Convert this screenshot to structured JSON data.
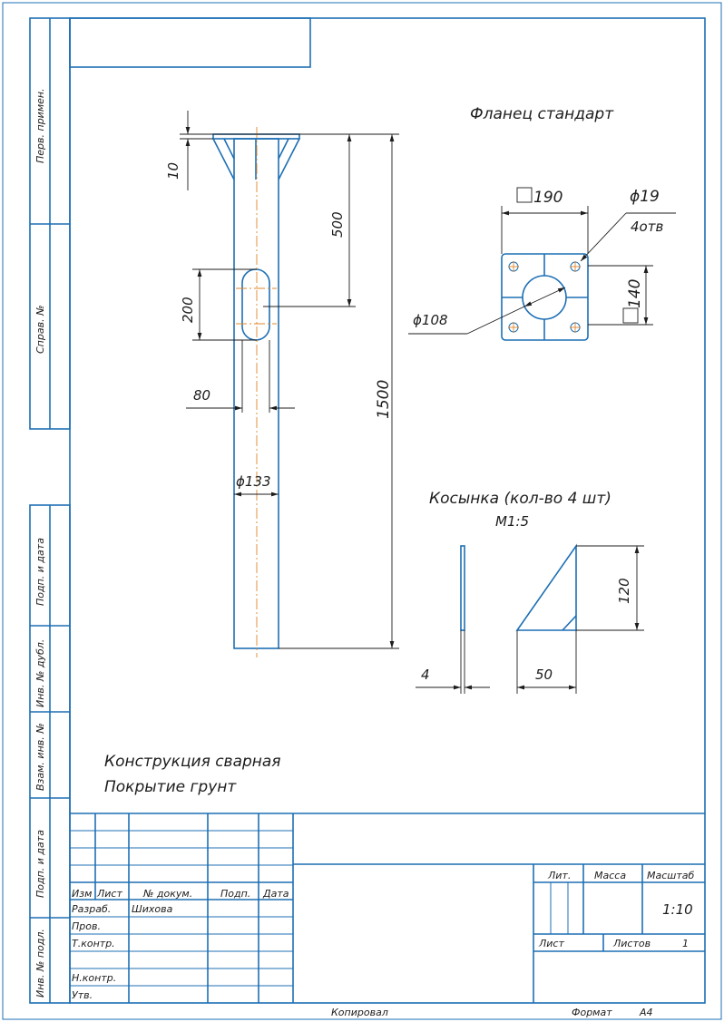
{
  "flange": {
    "title": "Фланец стандарт",
    "dim_width": "190",
    "dim_height": "140",
    "dim_bore": "ϕ108",
    "dim_hole": "ϕ19",
    "hole_count": "4отв"
  },
  "pipe": {
    "dim_flange_thk": "10",
    "dim_slot_pos": "500",
    "dim_slot_len": "200",
    "dim_slot_width": "80",
    "dim_total": "1500",
    "dim_diameter": "ϕ133"
  },
  "gusset": {
    "title": "Косынка (кол-во 4 шт)",
    "scale": "М1:5",
    "dim_thickness": "4",
    "dim_width": "50",
    "dim_height": "120"
  },
  "notes": [
    "Конструкция сварная",
    "Покрытие грунт"
  ],
  "side_labels": [
    "Перв. примен.",
    "Справ. №",
    "Подп. и дата",
    "Инв. № дубл.",
    "Взам. инв. №",
    "Подп. и дата",
    "Инв. № подл."
  ],
  "title_block": {
    "headers": [
      "Изм",
      "Лист",
      "№ докум.",
      "Подп.",
      "Дата"
    ],
    "rows": [
      "Разраб.",
      "Пров.",
      "Т.контр.",
      "",
      "Н.контр.",
      "Утв."
    ],
    "developer": "Шихова",
    "lit": "Лит.",
    "mass": "Масса",
    "scale_label": "Масштаб",
    "scale_value": "1:10",
    "sheet": "Лист",
    "sheets": "Листов",
    "sheets_value": "1"
  },
  "footer": {
    "copied": "Копировал",
    "format_label": "Формат",
    "format_value": "А4"
  }
}
